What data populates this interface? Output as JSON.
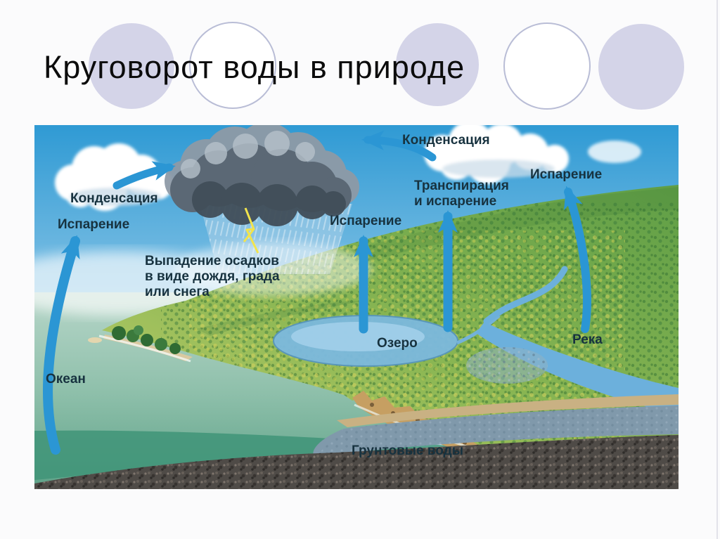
{
  "slide": {
    "title": "Круговорот воды в природе",
    "background_color": "#fbfbfc",
    "decor_circle_fill": "#d4d4e8",
    "decor_circle_outline": "#b9bdd6"
  },
  "diagram": {
    "type": "water-cycle-illustration",
    "labels": {
      "condensation_left": "Конденсация",
      "evaporation_left": "Испарение",
      "precipitation_lines": [
        "Выпадение осадков",
        "в виде дождя, града",
        "или снега"
      ],
      "evaporation_center": "Испарение",
      "condensation_top": "Конденсация",
      "transpiration_lines": [
        "Транспирация",
        "и испарение"
      ],
      "evaporation_right": "Испарение",
      "lake": "Озеро",
      "river": "Река",
      "ocean": "Океан",
      "groundwater": "Грунтовые воды"
    },
    "colors": {
      "arrow": "#2b96d4",
      "label_text": "#17323f",
      "sky": "#3a9fd8",
      "hills_green": "#7cb14f",
      "hills_yellow": "#c2d06b",
      "ocean": "#8fc0ab",
      "ocean_deep": "#3f9478",
      "lake": "#7cb9de",
      "river": "#6cb0dc",
      "storm_cloud": "#5b6875",
      "lightning": "#f2e44c",
      "sand_band": "#c9b183",
      "groundwater_band": "#8099ab",
      "gravel": "#4f4b47"
    }
  }
}
